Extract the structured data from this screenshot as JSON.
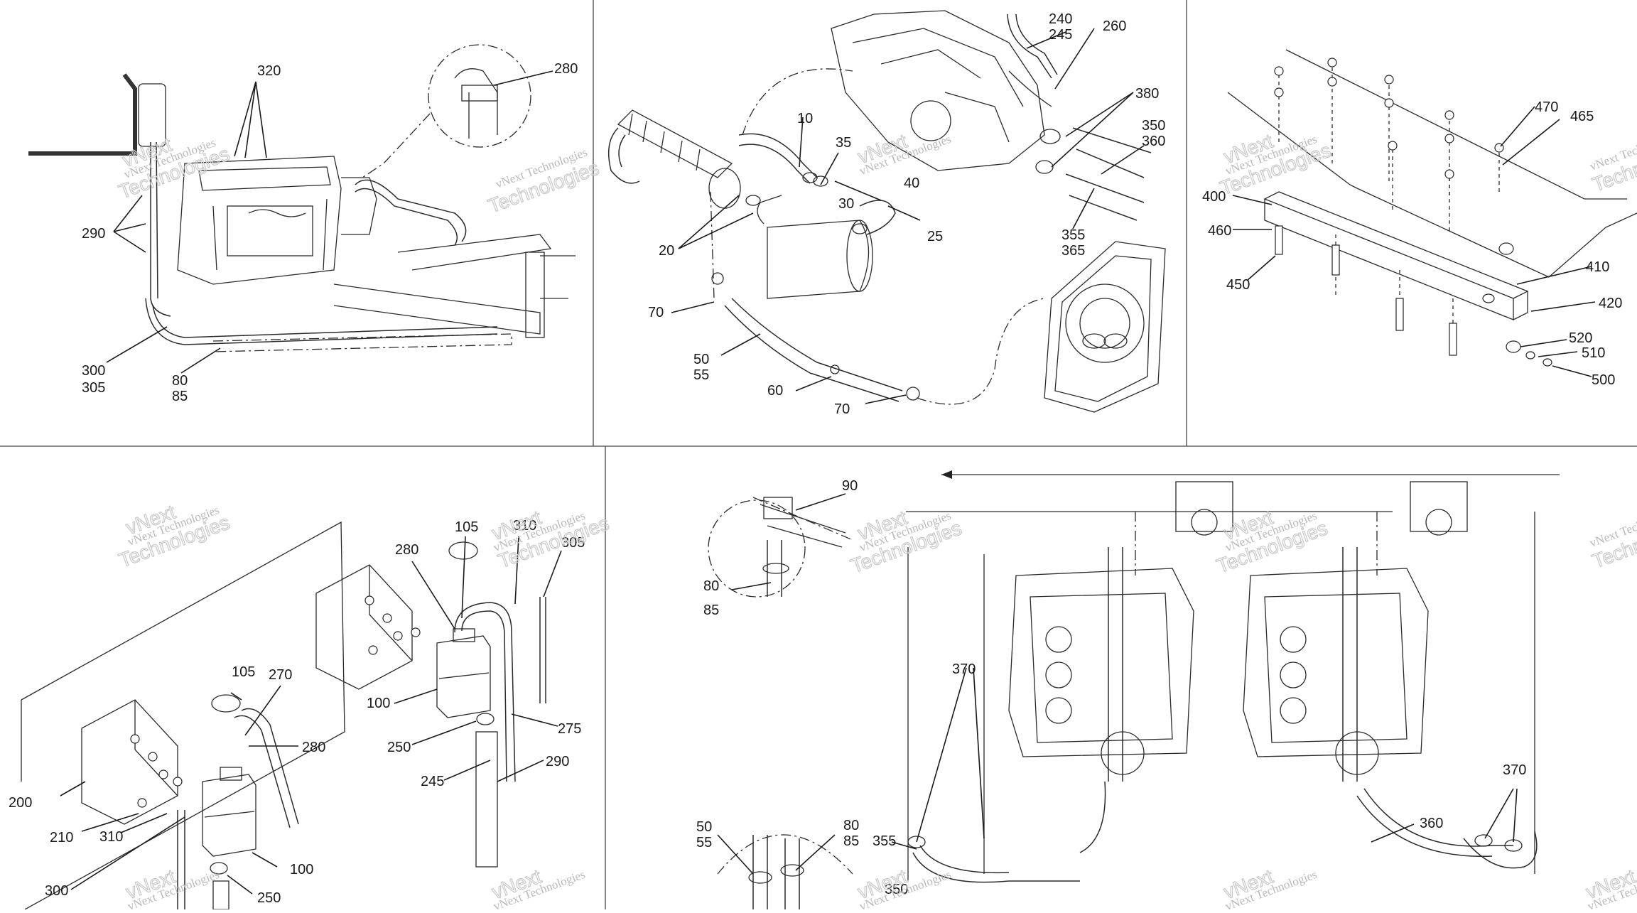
{
  "watermark": {
    "line1": "vNext Technologies",
    "line2": "vNext",
    "line3": "Technologies"
  },
  "panels": {
    "top_left": {
      "callouts": {
        "c320": "320",
        "c280": "280",
        "c290": "290",
        "c300": "300",
        "c305": "305",
        "c80": "80",
        "c85": "85"
      }
    },
    "top_middle": {
      "callouts": {
        "c240": "240",
        "c245": "245",
        "c260": "260",
        "c380": "380",
        "c350": "350",
        "c360": "360",
        "c355": "355",
        "c365": "365",
        "c10": "10",
        "c35": "35",
        "c30": "30",
        "c40": "40",
        "c25": "25",
        "c20": "20",
        "c70a": "70",
        "c50": "50",
        "c55": "55",
        "c60": "60",
        "c70b": "70"
      }
    },
    "top_right": {
      "callouts": {
        "c470": "470",
        "c465": "465",
        "c400": "400",
        "c460": "460",
        "c450": "450",
        "c410": "410",
        "c420": "420",
        "c520": "520",
        "c510": "510",
        "c500": "500"
      }
    },
    "bottom_left": {
      "callouts": {
        "c105a": "105",
        "c310a": "310",
        "c305a": "305",
        "c280a": "280",
        "c100a": "100",
        "c250a": "250",
        "c275": "275",
        "c245": "245",
        "c290": "290",
        "c105b": "105",
        "c270": "270",
        "c280b": "280",
        "c200": "200",
        "c210": "210",
        "c310b": "310",
        "c100b": "100",
        "c300": "300",
        "c250b": "250"
      }
    },
    "bottom_right": {
      "callouts": {
        "c90": "90",
        "c80a": "80",
        "c85a": "85",
        "c370a": "370",
        "c370b": "370",
        "c360": "360",
        "c50": "50",
        "c55": "55",
        "c80b": "80",
        "c85b": "85",
        "c355": "355",
        "c350": "350"
      }
    }
  },
  "colors": {
    "line": "#1a1a1a",
    "watermark": "#b9b9b9",
    "background": "#ffffff"
  }
}
